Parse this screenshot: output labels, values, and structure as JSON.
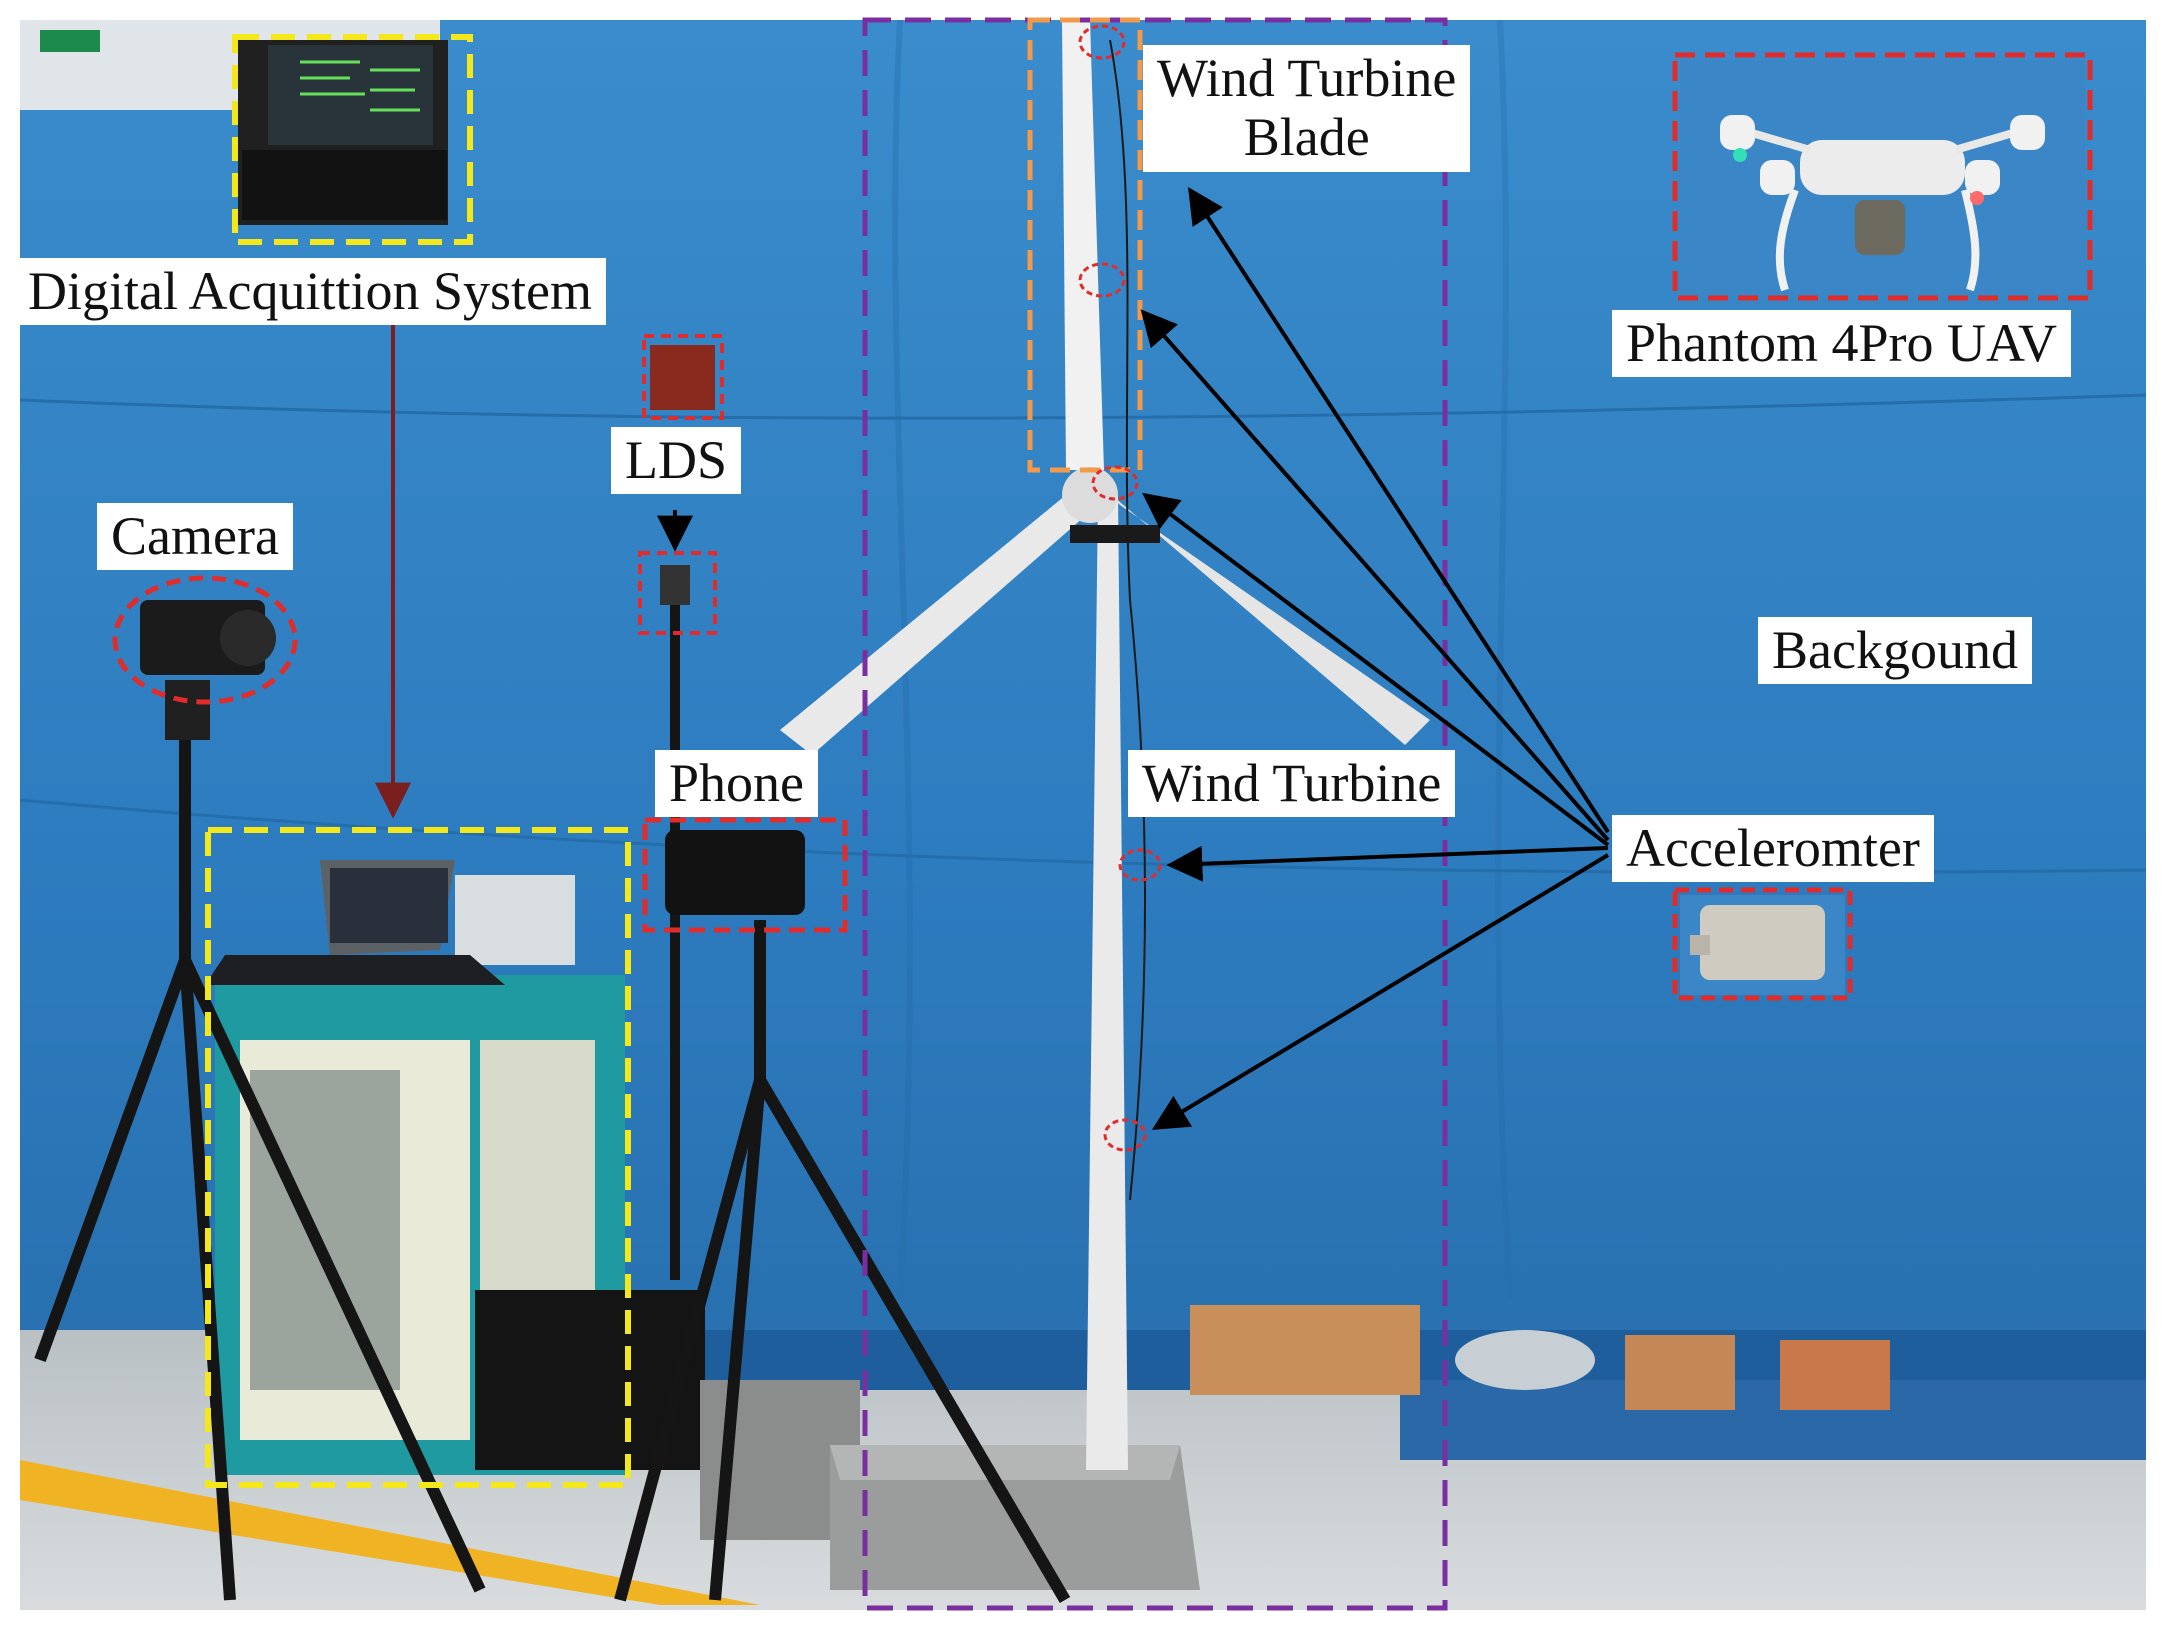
{
  "labels": {
    "wind_turbine_blade": [
      "Wind Turbine",
      "Blade"
    ],
    "digital_acquisition": "Digital Acquittion System",
    "phantom_uav": "Phantom 4Pro UAV",
    "lds": "LDS",
    "camera": "Camera",
    "background": "Backgound",
    "phone": "Phone",
    "wind_turbine": "Wind Turbine",
    "accelerometer": "Acceleromter"
  },
  "colors": {
    "wall_blue": "#2f7fc1",
    "floor": "#c9cfd1",
    "cabinet_teal": "#1f9aa0",
    "yellow_box": "#f4e81a",
    "red_box": "#e22b2b",
    "purple_box": "#7a2fa0",
    "orange_box": "#f2994a",
    "arrow_black": "#000000",
    "arrow_darkred": "#7a1e1e"
  }
}
